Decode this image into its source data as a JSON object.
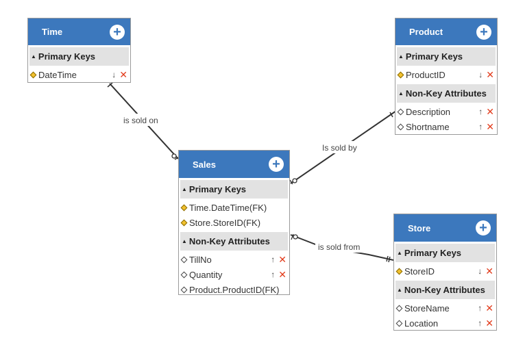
{
  "entities": {
    "time": {
      "title": "Time",
      "sections": [
        {
          "heading": "Primary Keys",
          "attributes": [
            {
              "name": "DateTime",
              "key": true,
              "move": "↓"
            }
          ]
        }
      ]
    },
    "product": {
      "title": "Product",
      "sections": [
        {
          "heading": "Primary Keys",
          "attributes": [
            {
              "name": "ProductID",
              "key": true,
              "move": "↓"
            }
          ]
        },
        {
          "heading": "Non-Key Attributes",
          "attributes": [
            {
              "name": "Description",
              "key": false,
              "move": "↑"
            },
            {
              "name": "Shortname",
              "key": false,
              "move": "↑"
            }
          ]
        }
      ]
    },
    "sales": {
      "title": "Sales",
      "sections": [
        {
          "heading": "Primary Keys",
          "attributes": [
            {
              "name": "Time.DateTime(FK)",
              "key": true,
              "move": ""
            },
            {
              "name": "Store.StoreID(FK)",
              "key": true,
              "move": ""
            }
          ]
        },
        {
          "heading": "Non-Key Attributes",
          "attributes": [
            {
              "name": "TillNo",
              "key": false,
              "move": "↑"
            },
            {
              "name": "Quantity",
              "key": false,
              "move": "↑"
            },
            {
              "name": "Product.ProductID(FK)",
              "key": false,
              "move": ""
            }
          ]
        }
      ]
    },
    "store": {
      "title": "Store",
      "sections": [
        {
          "heading": "Primary Keys",
          "attributes": [
            {
              "name": "StoreID",
              "key": true,
              "move": "↓"
            }
          ]
        },
        {
          "heading": "Non-Key Attributes",
          "attributes": [
            {
              "name": "StoreName",
              "key": false,
              "move": "↑"
            },
            {
              "name": "Location",
              "key": false,
              "move": "↑"
            }
          ]
        }
      ]
    }
  },
  "relationships": [
    {
      "id": "time-sales",
      "label": "is sold on"
    },
    {
      "id": "sales-product",
      "label": "Is sold by"
    },
    {
      "id": "sales-store",
      "label": "is sold from"
    }
  ],
  "icons": {
    "add": "plus-icon",
    "delete": "delete-icon",
    "move_up": "arrow-up-icon",
    "move_down": "arrow-down-icon"
  },
  "colors": {
    "header": "#3c78bd",
    "section": "#e2e2e2",
    "key_diamond": "#f2c12e",
    "delete": "#e23b1b"
  }
}
